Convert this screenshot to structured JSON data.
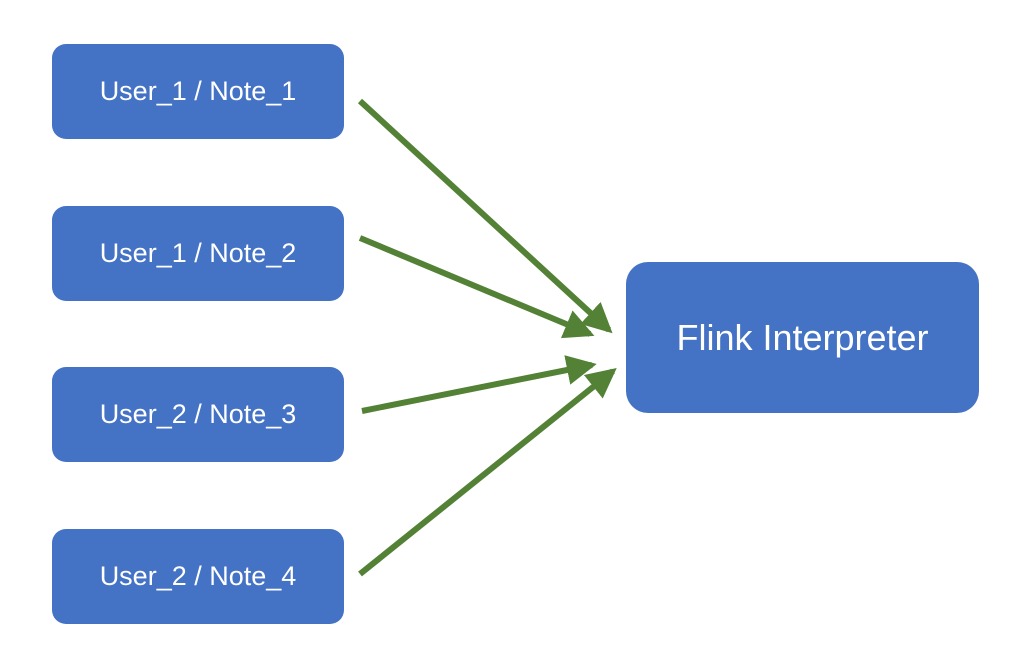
{
  "colors": {
    "node_fill": "#4472c4",
    "node_text": "#ffffff",
    "arrow": "#538135",
    "background": "#ffffff"
  },
  "nodes": {
    "sources": [
      {
        "label": "User_1 / Note_1"
      },
      {
        "label": "User_1 / Note_2"
      },
      {
        "label": "User_2 / Note_3"
      },
      {
        "label": "User_2 / Note_4"
      }
    ],
    "target": {
      "label": "Flink Interpreter"
    }
  },
  "edges": [
    {
      "from": "User_1 / Note_1",
      "to": "Flink Interpreter"
    },
    {
      "from": "User_1 / Note_2",
      "to": "Flink Interpreter"
    },
    {
      "from": "User_2 / Note_3",
      "to": "Flink Interpreter"
    },
    {
      "from": "User_2 / Note_4",
      "to": "Flink Interpreter"
    }
  ]
}
